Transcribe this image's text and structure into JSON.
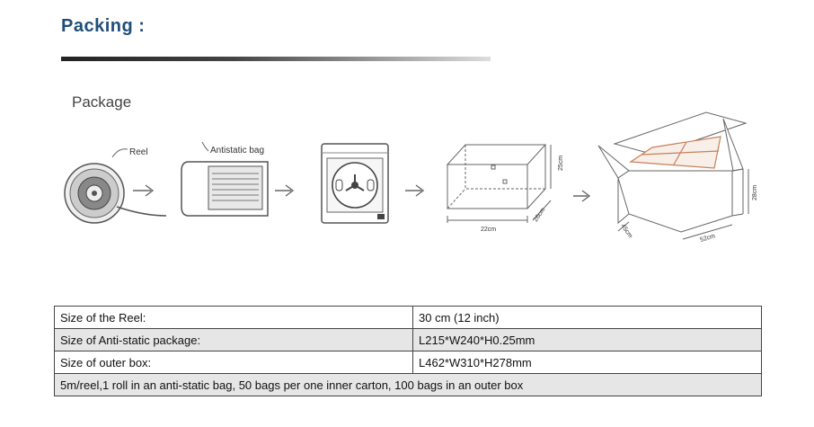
{
  "header": {
    "title": "Packing :"
  },
  "diagram": {
    "heading": "Package",
    "reel_label": "Reel",
    "bag_label": "Antistatic bag",
    "inner_w": "22cm",
    "inner_h": "25cm",
    "inner_d": "26cm",
    "outer_w": "52cm",
    "outer_h": "28cm",
    "outer_d": "45cm"
  },
  "specs": {
    "rows": [
      {
        "label": "Size of the Reel:",
        "value": "30 cm (12 inch)"
      },
      {
        "label": "Size of Anti-static package:",
        "value": "L215*W240*H0.25mm"
      },
      {
        "label": "Size of outer box:",
        "value": "L462*W310*H278mm"
      }
    ],
    "note": "5m/reel,1 roll in an anti-static bag, 50 bags per one inner carton, 100 bags in an outer box"
  }
}
